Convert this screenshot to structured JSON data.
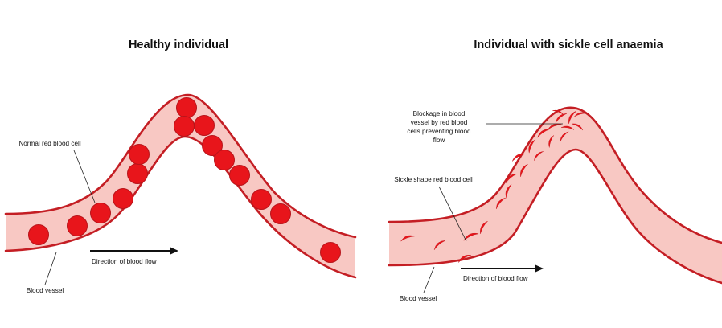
{
  "healthy": {
    "title": "Healthy individual",
    "label_cell": "Normal red blood cell",
    "label_vessel": "Blood vessel",
    "label_flow": "Direction of blood flow"
  },
  "sickle": {
    "title": "Individual with sickle cell anaemia",
    "label_blockage": [
      "Blockage in blood",
      "vessel by red blood",
      "cells preventing blood",
      "flow"
    ],
    "label_cell": "Sickle shape red blood cell",
    "label_vessel": "Blood vessel",
    "label_flow": "Direction of blood flow"
  },
  "colors": {
    "vessel_wall": "#c41e24",
    "vessel_fill": "#f8c8c3",
    "red_blood_cell": "#e8151b"
  }
}
